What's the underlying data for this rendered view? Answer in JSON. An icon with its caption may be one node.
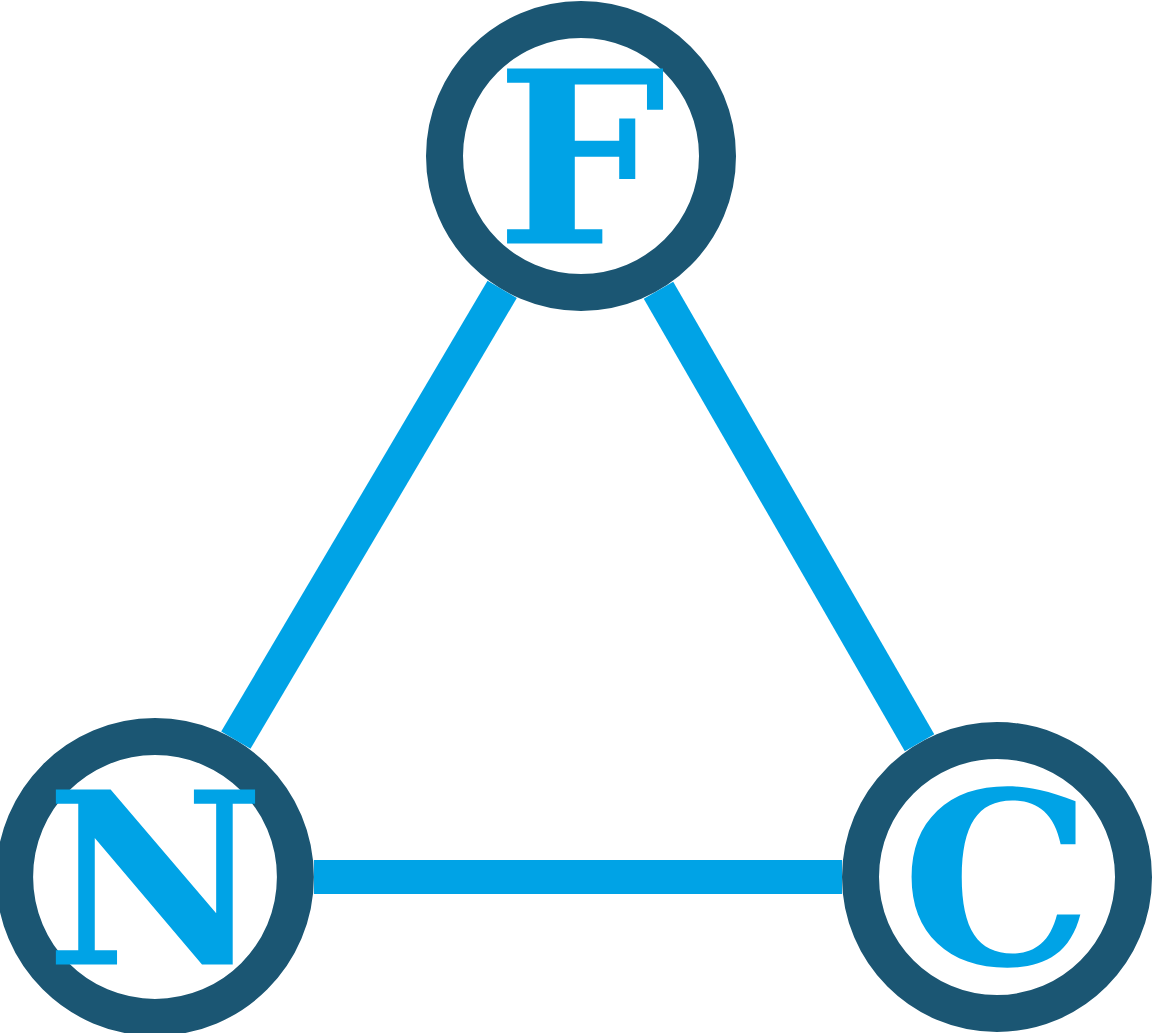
{
  "diagram": {
    "nodes": [
      {
        "text": [
          "F"
        ]
      },
      {
        "text": [
          "N"
        ]
      },
      {
        "text": [
          "C"
        ]
      }
    ],
    "edges": [
      {
        "from": 0,
        "to": 1,
        "arrow": "none"
      },
      {
        "from": 0,
        "to": 2,
        "arrow": "none"
      },
      {
        "from": 1,
        "to": 2,
        "arrow": "none"
      }
    ]
  }
}
